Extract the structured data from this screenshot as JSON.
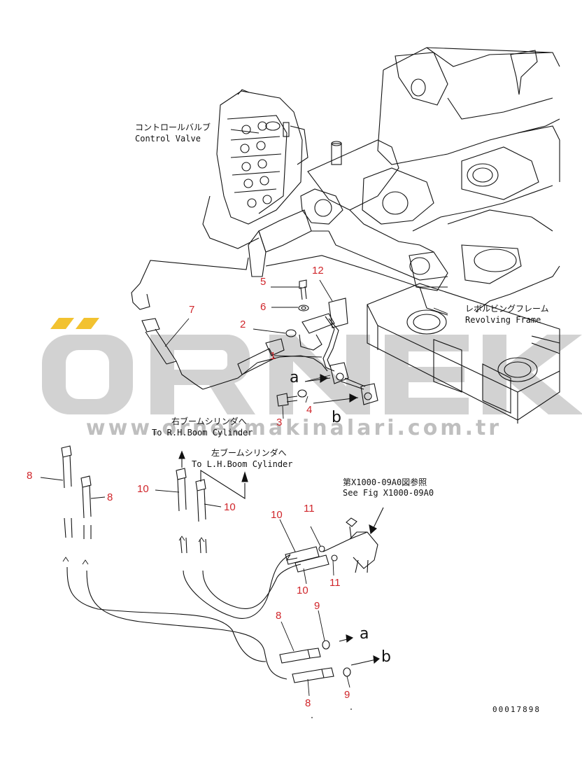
{
  "watermark": {
    "brand": "ÖRNEK",
    "url": "www.ornekmakinalari.com.tr"
  },
  "labels": {
    "control_valve_jp": "コントロールバルブ",
    "control_valve_en": "Control Valve",
    "revolving_frame_jp": "レボルビングフレーム",
    "revolving_frame_en": "Revolving Frame",
    "rh_boom_jp": "右ブームシリンダへ",
    "rh_boom_en": "To R.H.Boom Cylinder",
    "lh_boom_jp": "左ブームシリンダへ",
    "lh_boom_en": "To L.H.Boom Cylinder",
    "see_fig_jp": "第X1000-09A0図参照",
    "see_fig_en": "See Fig X1000-09A0"
  },
  "callouts": [
    "1",
    "2",
    "3",
    "4",
    "5",
    "6",
    "7",
    "8",
    "9",
    "10",
    "11",
    "12"
  ],
  "connectors": {
    "a": "a",
    "b": "b"
  },
  "document_id": "00017898",
  "colors": {
    "callout": "#d0262b",
    "line": "#111111",
    "watermark": "#c8c8c8",
    "watermark_accent": "#f2c230"
  }
}
